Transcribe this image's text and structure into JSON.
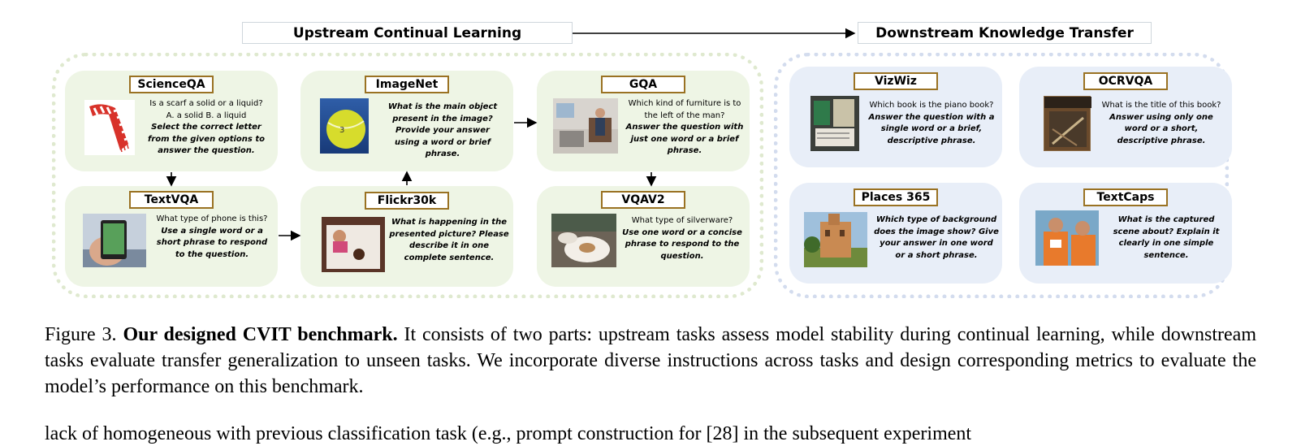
{
  "upstream_title": "Upstream Continual Learning",
  "downstream_title": "Downstream Knowledge Transfer",
  "upstream_tasks": [
    {
      "name": "ScienceQA",
      "question": "Is a scarf a solid or a liquid?\nA. a solid B. a liquid",
      "instruction": "Select the correct letter from the given options to answer the question.",
      "image": "scarf"
    },
    {
      "name": "ImageNet",
      "question": "",
      "instruction": "What is the main object present in the image? Provide your answer using a word or brief phrase.",
      "image": "tennis-ball"
    },
    {
      "name": "GQA",
      "question": "Which kind of furniture is to the left of the man?",
      "instruction": "Answer the question with just one word or a brief phrase.",
      "image": "office"
    },
    {
      "name": "TextVQA",
      "question": "What type of phone is this?",
      "instruction": "Use a single word or a short phrase to respond to the question.",
      "image": "phone"
    },
    {
      "name": "Flickr30k",
      "question": "",
      "instruction": "What is happening in the presented picture? Please describe it in one complete sentence.",
      "image": "children-bed"
    },
    {
      "name": "VQAV2",
      "question": "What type of silverware?",
      "instruction": "Use one word or a concise phrase to respond to the question.",
      "image": "cafe-table"
    }
  ],
  "downstream_tasks": [
    {
      "name": "VizWiz",
      "question": "Which book is the piano book?",
      "instruction": "Answer the question with a single word or a brief, descriptive phrase.",
      "image": "books"
    },
    {
      "name": "OCRVQA",
      "question": "What is the title of this book?",
      "instruction": "Answer using only one word or a short, descriptive phrase.",
      "image": "book-cover"
    },
    {
      "name": "Places 365",
      "question": "",
      "instruction": "Which type of background does the image show? Give your answer in one word or a short phrase.",
      "image": "building"
    },
    {
      "name": "TextCaps",
      "question": "",
      "instruction": "What is the captured scene about? Explain it clearly in one simple sentence.",
      "image": "people-orange"
    }
  ],
  "caption": {
    "label": "Figure 3.",
    "bold": "Our designed CVIT benchmark.",
    "text": "It consists of two parts: upstream tasks assess model stability during continual learning, while downstream tasks evaluate transfer generalization to unseen tasks. We incorporate diverse instructions across tasks and design corresponding metrics to evaluate the model’s performance on this benchmark."
  },
  "cutoff_text": "lack of homogeneous with previous classification task (e.g., prompt construction for [28] in the subsequent experiment"
}
